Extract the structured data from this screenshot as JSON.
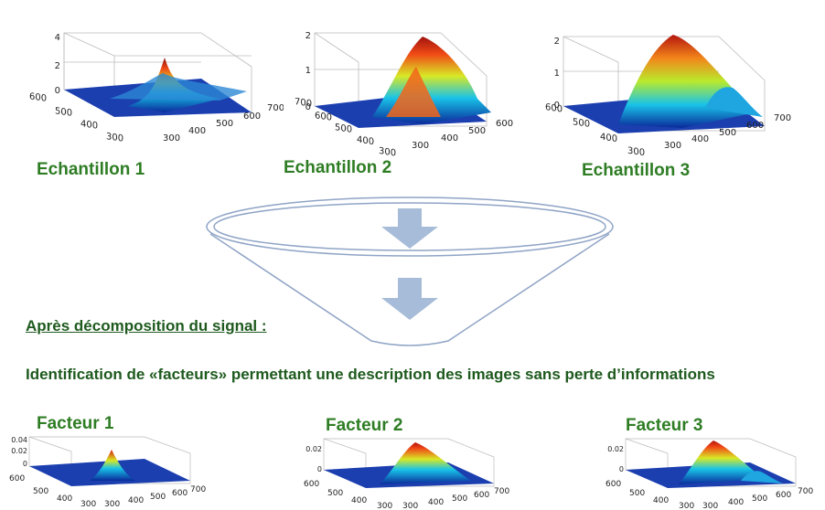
{
  "samples": [
    {
      "label": "Echantillon 1",
      "axis": {
        "z": [
          "4",
          "2",
          "0"
        ],
        "y": [
          "600",
          "500",
          "400",
          "300"
        ],
        "x": [
          "300",
          "400",
          "500",
          "600",
          "700"
        ]
      }
    },
    {
      "label": "Echantillon 2",
      "axis": {
        "z": [
          "2",
          "1",
          "0"
        ],
        "y": [
          "700",
          "600",
          "500",
          "400",
          "300"
        ],
        "x": [
          "300",
          "400",
          "500",
          "600"
        ]
      }
    },
    {
      "label": "Echantillon 3",
      "axis": {
        "z": [
          "2",
          "1",
          "0"
        ],
        "y": [
          "600",
          "500",
          "400",
          "300"
        ],
        "x": [
          "300",
          "400",
          "500",
          "600",
          "700"
        ]
      }
    }
  ],
  "decomposition": {
    "title": "Après décomposition du signal :",
    "description": "Identification de «facteurs» permettant une description des images sans perte d’informations"
  },
  "factors": [
    {
      "label": "Facteur 1",
      "axis": {
        "z": [
          "0.04",
          "0.02",
          "0"
        ],
        "y": [
          "600",
          "500",
          "400",
          "300"
        ],
        "x": [
          "300",
          "400",
          "500",
          "600",
          "700"
        ]
      }
    },
    {
      "label": "Facteur 2",
      "axis": {
        "z": [
          "0.02",
          "0"
        ],
        "y": [
          "600",
          "500",
          "400",
          "300"
        ],
        "x": [
          "300",
          "400",
          "500",
          "600",
          "700"
        ]
      }
    },
    {
      "label": "Facteur 3",
      "axis": {
        "z": [
          "0.02",
          "0"
        ],
        "y": [
          "600",
          "500",
          "400",
          "300"
        ],
        "x": [
          "300",
          "400",
          "500",
          "600",
          "700"
        ]
      }
    }
  ],
  "colors": {
    "label_green": "#2e7d24",
    "arrow": "#a7bcd8",
    "funnel": "#8fa4c6"
  }
}
